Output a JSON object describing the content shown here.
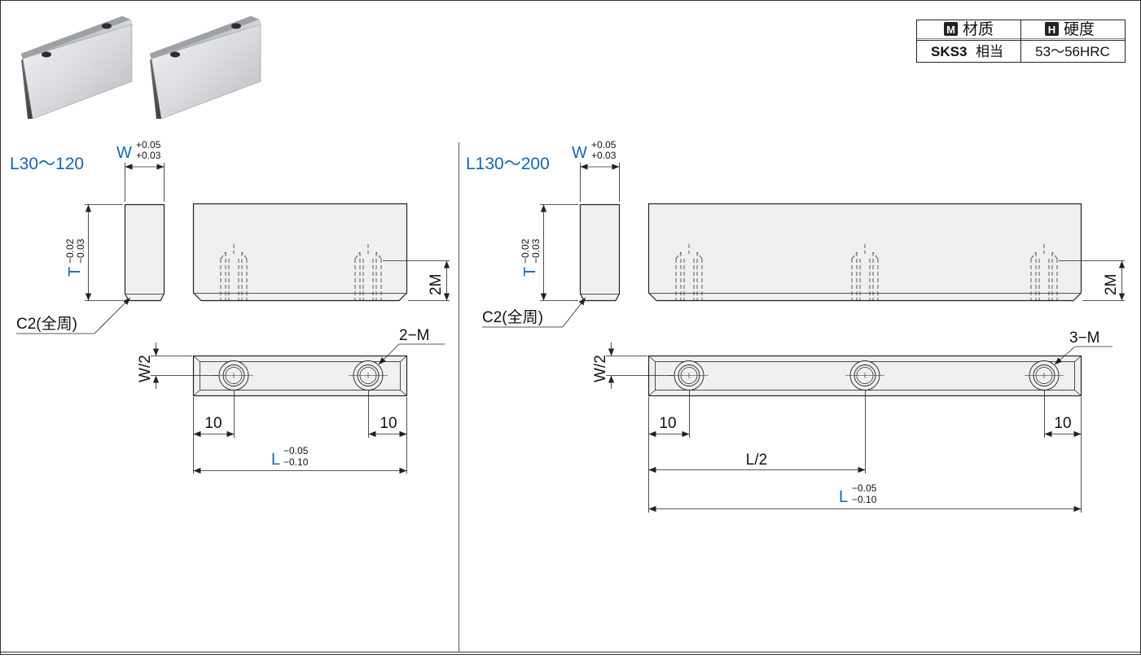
{
  "spec_table": {
    "material_badge": "M",
    "material_header": "材质",
    "hardness_badge": "H",
    "hardness_header": "硬度",
    "material_value_bold": "SKS3",
    "material_value_suffix": "相当",
    "hardness_value": "53〜56HRC"
  },
  "left_view": {
    "range_label": "L30〜120",
    "w_symbol": "W",
    "w_tol_upper": "+0.05",
    "w_tol_lower": "+0.03",
    "t_symbol": "T",
    "t_tol_upper": "−0.02",
    "t_tol_lower": "−0.03",
    "chamfer_label": "C2(全周)",
    "depth_label": "2M",
    "hole_callout": "2−M",
    "half_width_label": "W/2",
    "edge_left": "10",
    "edge_right": "10",
    "l_symbol": "L",
    "l_tol_upper": "−0.05",
    "l_tol_lower": "−0.10"
  },
  "right_view": {
    "range_label": "L130〜200",
    "w_symbol": "W",
    "w_tol_upper": "+0.05",
    "w_tol_lower": "+0.03",
    "t_symbol": "T",
    "t_tol_upper": "−0.02",
    "t_tol_lower": "−0.03",
    "chamfer_label": "C2(全周)",
    "depth_label": "2M",
    "hole_callout": "3−M",
    "half_width_label": "W/2",
    "edge_left": "10",
    "edge_right": "10",
    "half_length_label": "L/2",
    "l_symbol": "L",
    "l_tol_upper": "−0.05",
    "l_tol_lower": "−0.10"
  },
  "colors": {
    "accent_blue": "#1566b0",
    "line": "#222222",
    "block_fill": "#eef0f2"
  }
}
